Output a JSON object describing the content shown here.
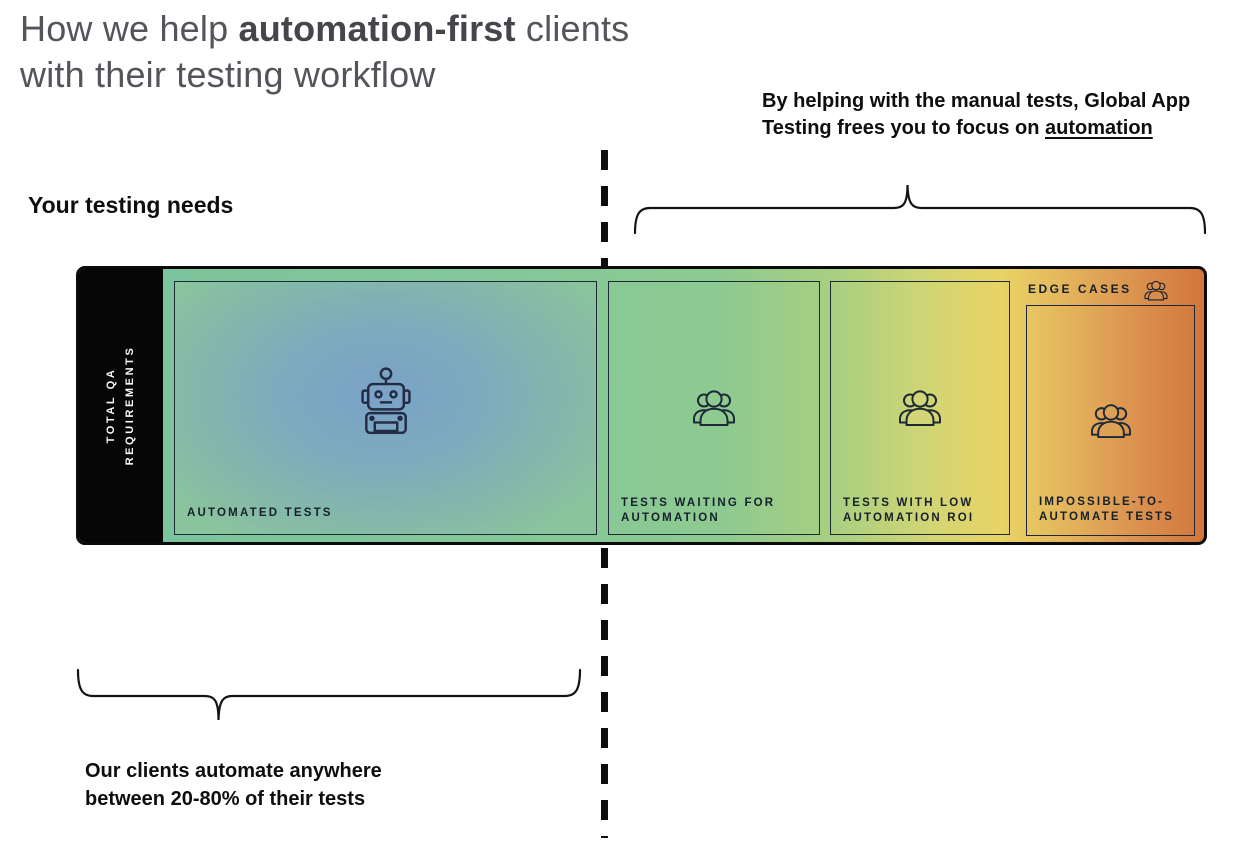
{
  "title": {
    "prefix": "How we help ",
    "highlight": "automation-first",
    "suffix": " clients\nwith their testing workflow"
  },
  "note_top": {
    "text": "By helping with the manual tests, Global App\nTesting frees you to focus on ",
    "underlined": "automation"
  },
  "section_label": "Your testing needs",
  "bar": {
    "qa_label": "TOTAL QA\nREQUIREMENTS",
    "edge_cases_label": "EDGE CASES",
    "boxes": [
      {
        "label": "AUTOMATED TESTS",
        "icon": "robot-icon"
      },
      {
        "label": "TESTS WAITING FOR\nAUTOMATION",
        "icon": "people-icon"
      },
      {
        "label": "TESTS WITH LOW\nAUTOMATION ROI",
        "icon": "people-icon"
      },
      {
        "label": "IMPOSSIBLE-TO-\nAUTOMATE TESTS",
        "icon": "people-icon"
      }
    ]
  },
  "note_bottom": "Our clients automate anywhere\nbetween 20-80% of their tests",
  "colors": {
    "bar_gradient_left": "#7cc49d",
    "bar_gradient_green": "#8dca91",
    "bar_gradient_yellow": "#e9d366",
    "bar_gradient_orange": "#d3753c",
    "automated_box_blue": "#7aa2c7",
    "qa_strip_black": "#060606",
    "outline_navy": "#1d2936",
    "text_dark": "#15202c",
    "title_gray": "#54555a"
  }
}
